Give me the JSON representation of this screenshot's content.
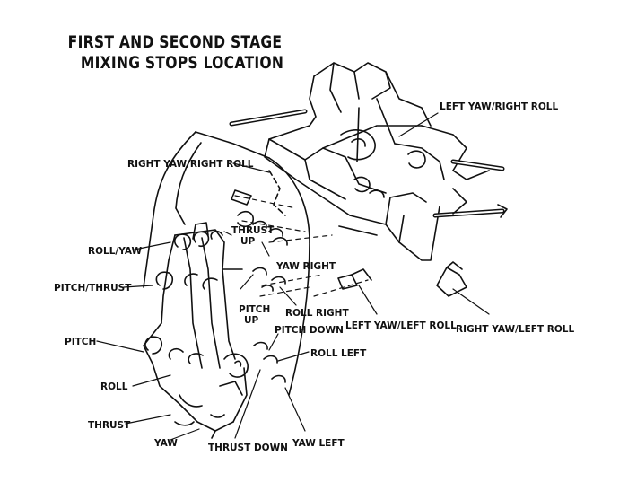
{
  "title": {
    "line1": "FIRST AND SECOND STAGE",
    "line2": "MIXING STOPS LOCATION"
  },
  "labels": {
    "left_yaw_right_roll": "LEFT YAW/RIGHT ROLL",
    "right_yaw_right_roll": "RIGHT YAW/RIGHT ROLL",
    "roll_yaw": "ROLL/YAW",
    "thrust_up_1": "THRUST",
    "thrust_up_2": "UP",
    "yaw_right": "YAW RIGHT",
    "pitch_thrust": "PITCH/THRUST",
    "pitch_up_1": "PITCH",
    "pitch_up_2": "UP",
    "roll_right": "ROLL RIGHT",
    "pitch_down": "PITCH DOWN",
    "left_yaw_left_roll": "LEFT YAW/LEFT ROLL",
    "right_yaw_left_roll": "RIGHT YAW/LEFT ROLL",
    "pitch": "PITCH",
    "roll_left": "ROLL LEFT",
    "roll": "ROLL",
    "thrust": "THRUST",
    "yaw": "YAW",
    "thrust_down": "THRUST DOWN",
    "yaw_left": "YAW LEFT"
  },
  "colors": {
    "ink": "#111111",
    "paper": "#ffffff"
  }
}
